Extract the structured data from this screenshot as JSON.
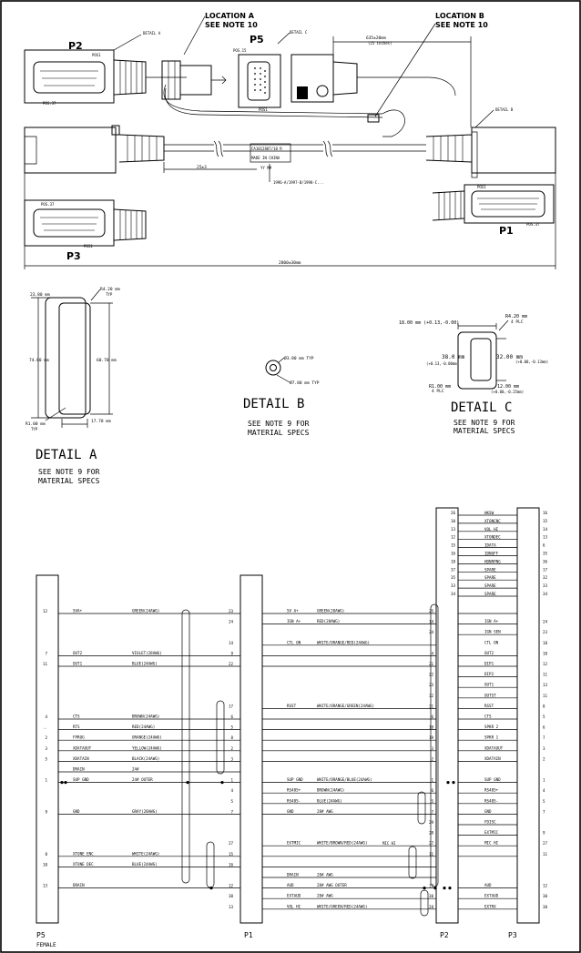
{
  "callouts": {
    "location_a": [
      "LOCATION A",
      "SEE NOTE 10"
    ],
    "location_b": [
      "LOCATION B",
      "SEE NOTE 10"
    ]
  },
  "connectors": {
    "p1": "P1",
    "p2": "P2",
    "p3": "P3",
    "p5": "P5",
    "pos1": "POS1",
    "pos37": "POS.37",
    "pos15": "POS.15",
    "detail_a_ref": "DETAIL A",
    "detail_b_ref": "DETAIL B",
    "detail_c_ref": "DETAIL C"
  },
  "dimensions": {
    "cable_len": "635±20mm",
    "cable_len_in": "(25 inches)",
    "mid": "25±3",
    "total": "2800±30mm"
  },
  "label_tag": [
    "CA1012887/10 R",
    "MADE IN CHINA",
    "YY MM",
    "1996-A/1997-B/1998-C..."
  ],
  "detail_a": {
    "title": "DETAIL A",
    "note": [
      "SEE NOTE 9 FOR",
      "MATERIAL SPECS"
    ],
    "dims": [
      "23.80 mm",
      "R4.20 mm",
      "TYP",
      "74.80 mm",
      "60.70 mm",
      "R1.00 mm",
      "TYP",
      "17.78 mm"
    ]
  },
  "detail_b": {
    "title": "DETAIL B",
    "note": [
      "SEE NOTE 9 FOR",
      "MATERIAL SPECS"
    ],
    "dims": [
      "Ø3.80 mm TYP",
      "Ø7.80 mm TYP"
    ]
  },
  "detail_c": {
    "title": "DETAIL C",
    "note": [
      "SEE NOTE 9 FOR",
      "MATERIAL SPECS"
    ],
    "dims": [
      "18.00 mm (+0.13,-0.00)",
      "R4.20 mm",
      "4 PLC",
      "38.0 mm",
      "(+0.13,-0.00mm)",
      "32.00 mm",
      "(+0.00,-0.13mm)",
      "R1.00 mm",
      "4 PLC",
      "12.00 mm",
      "(+0.00,-0.25mm)"
    ]
  },
  "schematic": {
    "bottom_labels": {
      "p5": "P5",
      "p5_sub": "FEMALE",
      "p1": "P1",
      "p2": "P2",
      "p3": "P3"
    },
    "p2_top": [
      {
        "l": "26",
        "name": "HKSW",
        "r": "16"
      },
      {
        "l": "10",
        "name": "XTONCNC",
        "r": "15"
      },
      {
        "l": "13",
        "name": "VOL HI",
        "r": "14"
      },
      {
        "l": "12",
        "name": "XTONDEC",
        "r": "13"
      },
      {
        "l": "15",
        "name": "IDATA",
        "r": "6"
      },
      {
        "l": "16",
        "name": "IDNOFF",
        "r": "35"
      },
      {
        "l": "18",
        "name": "HDNRPNG",
        "r": "36"
      },
      {
        "l": "37",
        "name": "SPARE",
        "r": "17"
      },
      {
        "l": "35",
        "name": "SPARE",
        "r": "32"
      },
      {
        "l": "33",
        "name": "SPARE",
        "r": "33"
      },
      {
        "l": "34",
        "name": "SPARE",
        "r": "34"
      }
    ],
    "wires": [
      {
        "p5": "12",
        "sig": "5VA+",
        "color": "GREEN(24AWG)",
        "p1": "23",
        "p1sig": "5V A+",
        "p1color": "GREEN(28AWG)",
        "p2": "25",
        "p3": "",
        "p3sig": ""
      },
      {
        "p5": "",
        "sig": "",
        "color": "",
        "p1": "24",
        "p1sig": "IGN A+",
        "p1color": "RED(28AWG)",
        "p2": "14",
        "p3": "24",
        "p3sig": "IGN A+"
      },
      {
        "p5": "",
        "sig": "",
        "color": "",
        "p1": "",
        "p1sig": "",
        "p1color": "",
        "p2": "24",
        "p3": "23",
        "p3sig": "IGN SEN"
      },
      {
        "p5": "",
        "sig": "",
        "color": "",
        "p1": "14",
        "p1sig": "CTL ON",
        "p1color": "WHITE/ORANGE/RED(24AWG)",
        "p2": "",
        "p3": "18",
        "p3sig": "CTL ON"
      },
      {
        "p5": "7",
        "sig": "OUT2",
        "color": "VIOLET(28AWG)",
        "p1": "9",
        "p1sig": "",
        "p1color": "",
        "p2": "4",
        "p3": "10",
        "p3sig": "OUT2"
      },
      {
        "p5": "11",
        "sig": "OUT1",
        "color": "BLUE(24AWG)",
        "p1": "22",
        "p1sig": "",
        "p1color": "",
        "p2": "21",
        "p3": "12",
        "p3sig": "DIP1"
      },
      {
        "p5": "",
        "sig": "",
        "color": "",
        "p1": "",
        "p1sig": "",
        "p1color": "",
        "p2": "22",
        "p3": "11",
        "p3sig": "DIP2"
      },
      {
        "p5": "",
        "sig": "",
        "color": "",
        "p1": "",
        "p1sig": "",
        "p1color": "",
        "p2": "23",
        "p3": "13",
        "p3sig": "OUT1"
      },
      {
        "p5": "",
        "sig": "",
        "color": "",
        "p1": "",
        "p1sig": "",
        "p1color": "",
        "p2": "32",
        "p3": "11",
        "p3sig": "OUTST"
      },
      {
        "p5": "",
        "sig": "",
        "color": "",
        "p1": "17",
        "p1sig": "RSST",
        "p1color": "WHITE/ORANGE/GREEN(24AWG)",
        "p2": "31",
        "p3": "8",
        "p3sig": "RSST"
      },
      {
        "p5": "4",
        "sig": "CTS",
        "color": "BROWN(24AWG)",
        "p1": "6",
        "p1sig": "",
        "p1color": "",
        "p2": "6",
        "p3": "5",
        "p3sig": "CTS"
      },
      {
        "p5": "..",
        "sig": "RTS",
        "color": "RED(24AWG)",
        "p1": "5",
        "p1sig": "",
        "p1color": "",
        "p2": "18",
        "p3": "6",
        "p3sig": "SPKR 2"
      },
      {
        "p5": "2",
        "sig": "FPROG",
        "color": "ORANGE(24AWG)",
        "p1": "8",
        "p1sig": "",
        "p1color": "",
        "p2": "19",
        "p3": "7",
        "p3sig": "SPKR 1"
      },
      {
        "p5": "3",
        "sig": "XDATAOUT",
        "color": "YELLOW(24AWG)",
        "p1": "2",
        "p1sig": "",
        "p1color": "",
        "p2": "3",
        "p3": "3",
        "p3sig": "XDATAOUT"
      },
      {
        "p5": "5",
        "sig": "XDATAIN",
        "color": "BLACK(24AWG)",
        "p1": "3",
        "p1sig": "",
        "p1color": "",
        "p2": "2",
        "p3": "2",
        "p3sig": "XDATAIN"
      },
      {
        "p5": "",
        "sig": "DRAIN",
        "color": "24#",
        "p1": "",
        "p1sig": "",
        "p1color": "",
        "p2": "",
        "p3": "",
        "p3sig": ""
      },
      {
        "p5": "1",
        "sig": "SUP GND",
        "color": "24# OUTER",
        "p1": "1",
        "p1sig": "SUP GND",
        "p1color": "WHITE/ORANGE/BLUE(24AWG)",
        "p2": "1",
        "p3": "1",
        "p3sig": "SUP GND"
      },
      {
        "p5": "",
        "sig": "",
        "color": "",
        "p1": "4",
        "p1sig": "RS485+",
        "p1color": "BROWN(24AWG)",
        "p2": "6",
        "p3": "4",
        "p3sig": "RS485+"
      },
      {
        "p5": "",
        "sig": "",
        "color": "",
        "p1": "5",
        "p1sig": "RS485-",
        "p1color": "BLUE(24AWG)",
        "p2": "5",
        "p3": "5",
        "p3sig": "RS485-"
      },
      {
        "p5": "9",
        "sig": "GND",
        "color": "GRAY(28AWG)",
        "p1": "7",
        "p1sig": "GND",
        "p1color": "28# AWG",
        "p2": "7",
        "p3": "7",
        "p3sig": "GND"
      },
      {
        "p5": "",
        "sig": "",
        "color": "",
        "p1": "",
        "p1sig": "",
        "p1color": "",
        "p2": "29",
        "p3": "",
        "p3sig": "FDISC"
      },
      {
        "p5": "",
        "sig": "",
        "color": "",
        "p1": "",
        "p1sig": "",
        "p1color": "",
        "p2": "28",
        "p3": "9",
        "p3sig": "EXTMIC"
      },
      {
        "p5": "",
        "sig": "",
        "color": "",
        "p1": "27",
        "p1sig": "EXTMIC",
        "p1color": "WHITE/BROWN/RED(24AWG)",
        "p2": "27",
        "p3": "27",
        "p3sig": "MIC HI"
      },
      {
        "p5": "8",
        "sig": "XTONE ENC",
        "color": "WHITE(24AWG)",
        "p1": "15",
        "p1sig": "",
        "p1color": "",
        "p2": "11",
        "p3": "11",
        "p3sig": ""
      },
      {
        "p5": "10",
        "sig": "XTONE DEC",
        "color": "BLUE(24AWG)",
        "p1": "16",
        "p1sig": "",
        "p1color": "",
        "p2": "",
        "p3": "",
        "p3sig": ""
      },
      {
        "p5": "",
        "sig": "",
        "color": "",
        "p1": "",
        "p1sig": "DRAIN",
        "p1color": "28# AWG",
        "p2": "",
        "p3": "",
        "p3sig": ""
      },
      {
        "p5": "13",
        "sig": "DRAIN",
        "color": "",
        "p1": "12",
        "p1sig": "AUD",
        "p1color": "28# AWG OUTER",
        "p2": "17",
        "p3": "12",
        "p3sig": "AUD"
      },
      {
        "p5": "",
        "sig": "",
        "color": "",
        "p1": "30",
        "p1sig": "EXTAUD",
        "p1color": "28# AWG",
        "p2": "30",
        "p3": "30",
        "p3sig": "EXTAUD"
      },
      {
        "p5": "",
        "sig": "",
        "color": "",
        "p1": "13",
        "p1sig": "VOL HI",
        "p1color": "WHITE/GREEN/RED(24AWG)",
        "p2": "28",
        "p3": "38",
        "p3sig": "EXTRX"
      }
    ],
    "mic_hi_note": "MIC HI"
  }
}
